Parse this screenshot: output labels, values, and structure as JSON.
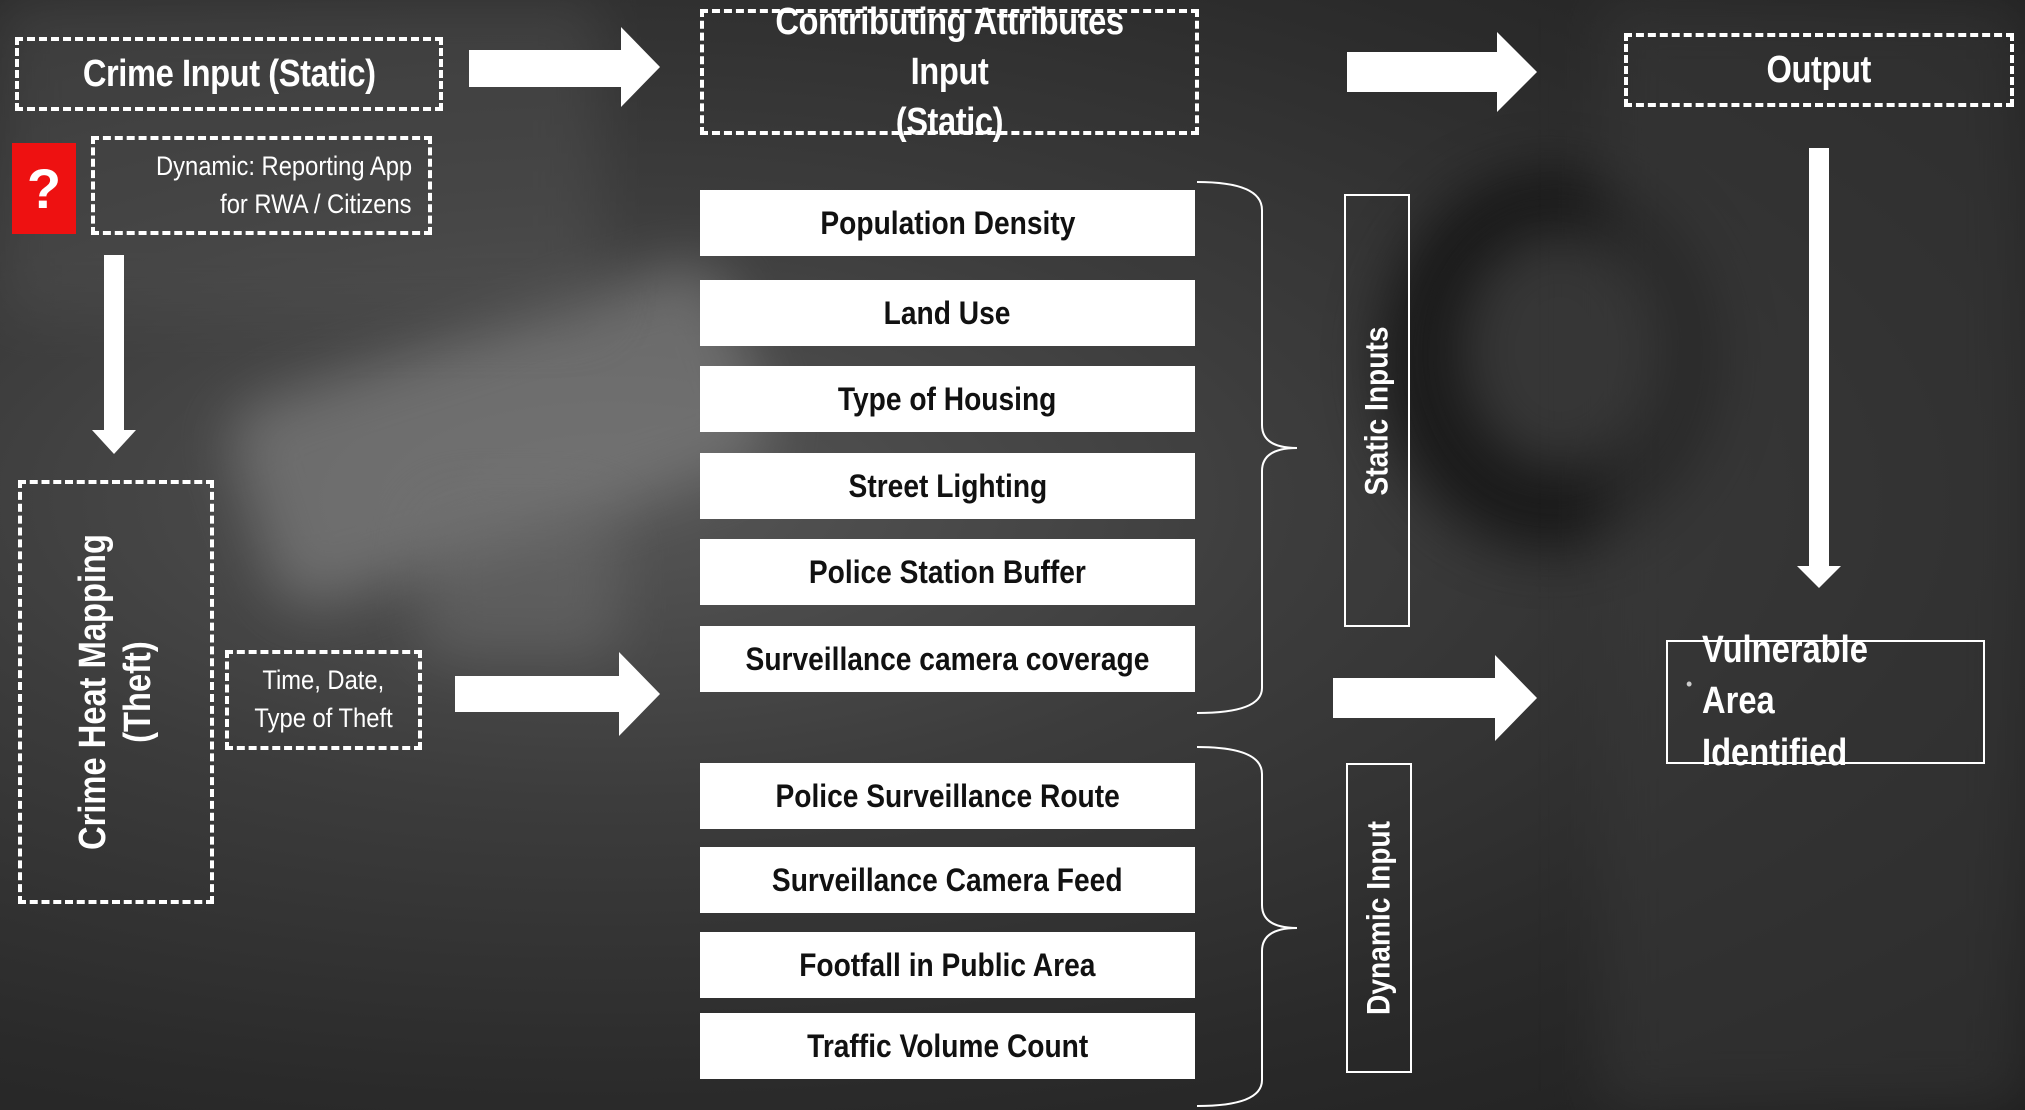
{
  "crime_input": {
    "title": "Crime Input (Static)"
  },
  "question_icon": {
    "symbol": "?",
    "color": "#EE1111"
  },
  "dynamic_reporting": {
    "line1": "Dynamic: Reporting App",
    "line2": "for RWA / Citizens"
  },
  "heat_mapping": {
    "line1": "Crime Heat Mapping",
    "line2": "(Theft)"
  },
  "time_date": {
    "line1": "Time, Date,",
    "line2": "Type of Theft"
  },
  "contributing": {
    "line1": "Contributing Attributes Input",
    "line2": "(Static)"
  },
  "attributes": [
    "Population Density",
    "Land Use",
    "Type of Housing",
    "Street Lighting",
    "Police Station Buffer",
    "Surveillance camera coverage",
    "Police Surveillance Route",
    "Surveillance Camera Feed",
    "Footfall in Public Area",
    "Traffic Volume Count"
  ],
  "static_inputs_label": "Static Inputs",
  "dynamic_input_label": "Dynamic Input",
  "output": {
    "title": "Output"
  },
  "result": {
    "bullet": "•",
    "line1": "Vulnerable Area",
    "line2": "Identified"
  }
}
